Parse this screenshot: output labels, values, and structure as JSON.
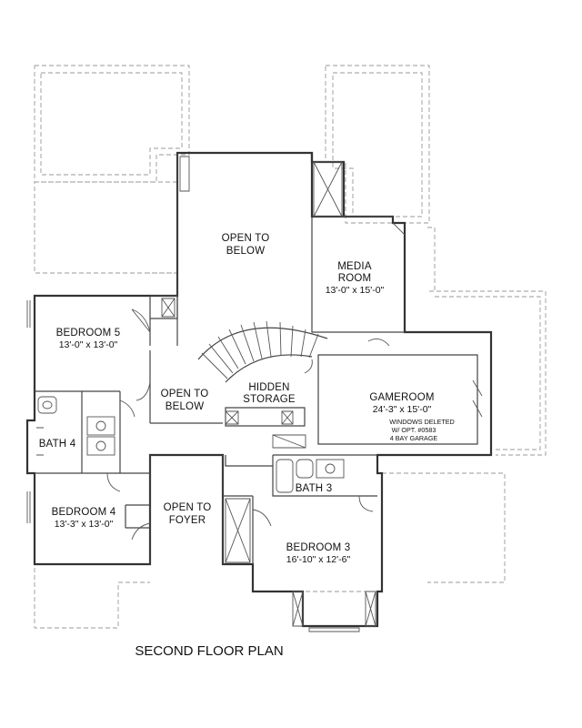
{
  "rooms": {
    "open_to_below_top": {
      "line1": "OPEN TO",
      "line2": "BELOW"
    },
    "media_room": {
      "line1": "MEDIA",
      "line2": "ROOM",
      "dim": "13'-0\" x 15'-0\""
    },
    "bedroom5": {
      "name": "BEDROOM 5",
      "dim": "13'-0\" x 13'-0\""
    },
    "open_to_below_left": {
      "line1": "OPEN TO",
      "line2": "BELOW"
    },
    "hidden_storage": {
      "line1": "HIDDEN",
      "line2": "STORAGE"
    },
    "gameroom": {
      "name": "GAMEROOM",
      "dim": "24'-3\" x 15'-0\"",
      "note1": "WINDOWS DELETED",
      "note2": "W/ OPT. #0583",
      "note3": "4 BAY GARAGE"
    },
    "bath4": {
      "name": "BATH 4"
    },
    "bath3": {
      "name": "BATH 3"
    },
    "bedroom4": {
      "name": "BEDROOM 4",
      "dim": "13'-3\" x 13'-0\""
    },
    "open_to_foyer": {
      "line1": "OPEN TO",
      "line2": "FOYER"
    },
    "bedroom3": {
      "name": "BEDROOM 3",
      "dim": "16'-10\" x 12'-6\""
    }
  },
  "plan_title": "SECOND FLOOR PLAN"
}
